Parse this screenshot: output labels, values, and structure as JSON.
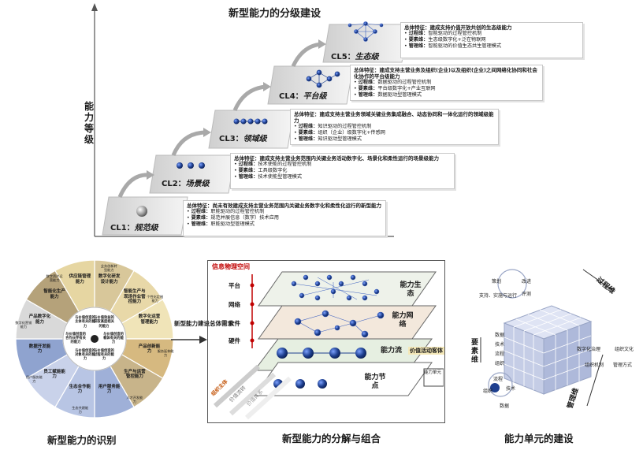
{
  "top": {
    "title": "新型能力的分级建设",
    "y_label": "能力等级",
    "levels": [
      {
        "code": "CL1：",
        "name": "规范级",
        "summary_prefix": "总体特征：",
        "summary": "尚未有效建成支持主营业务范围内关键业务数字化和柔性化运行的新型能力",
        "process": "职能驱动的过程管控机制",
        "element": "规范并展信息（数字）技术应用",
        "management": "职能驱动型管理模式"
      },
      {
        "code": "CL2：",
        "name": "场景级",
        "summary_prefix": "总体特征：",
        "summary": "建成支持主营业务范围内关键业务活动数字化、场景化和柔性运行的场景级能力",
        "process": "技术使能的过程管控机制",
        "element": "工具级数字化",
        "management": "技术使能型管理模式"
      },
      {
        "code": "CL3：",
        "name": "领域级",
        "summary_prefix": "总体特征：",
        "summary": "建成支持主营业务领域关键业务集成融合、动态协同和一体化运行的领域级能力",
        "process": "知识驱动的过程管控机制",
        "element": "组织（企业）级数字化+传感网",
        "management": "知识驱动型管理模式"
      },
      {
        "code": "CL4：",
        "name": "平台级",
        "summary_prefix": "总体特征：",
        "summary": "建成支持主营业务及组织(企业)以及组织(企业)之间网络化协同和社会化协作的平台级能力",
        "process": "数据驱动的过程管控机制",
        "element": "平台级数字化+产业互联网",
        "management": "数据驱动型管理模式"
      },
      {
        "code": "CL5：",
        "name": "生态级",
        "summary_prefix": "总体特征：",
        "summary": "建成支持价值开放共创的生态级能力",
        "process": "智能驱动的过程管控机制",
        "element": "生态级数字化+泛在物联网",
        "management": "智能驱动的价值生态共生管理模式"
      }
    ],
    "labels": {
      "process": "过程维：",
      "element": "要素维：",
      "management": "管理维："
    }
  },
  "wheel": {
    "caption": "新型能力的识别",
    "segments": [
      "数字化研发设计能力",
      "智能生产与现场作业管控能力",
      "数字化运营管理能力",
      "产品创新能力",
      "生产与运营管控能力",
      "用户服务能力",
      "生态合作能力",
      "员工赋能能力",
      "数据开发能力",
      "产品数字化能力",
      "智能化生产能力",
      "供应链管理能力"
    ],
    "inner": [
      "与价值效益的获取高度相关的能力",
      "与价值创造的载体有关的能力",
      "与价值创造的过程有关的能力",
      "与价值创造的对象有关的能力",
      "与价值创造的合作伙伴有关的能力",
      "与价值创造的主体有关的能力"
    ],
    "outer_small": [
      "业务创新转型能力",
      "个性化定制能力",
      "服务延伸能力",
      "人才开发能力",
      "生态共建能力",
      "用户服务能力",
      "数字化营销能力",
      "数字资产运营能力"
    ]
  },
  "arrow": {
    "text": "新型能力建设总体需求"
  },
  "middle": {
    "caption": "新型能力的分解与组合",
    "space_label": "信息物理空间",
    "left_items": [
      "平台",
      "网络",
      "软件",
      "硬件"
    ],
    "layers": [
      "能力生态",
      "能力网络",
      "能力流",
      "能力节点"
    ],
    "value_label": "价值活动客体",
    "bottom_items": [
      "组织主体",
      "价值流转",
      "价值体系"
    ],
    "unit_label": "能力单元"
  },
  "right": {
    "caption": "能力单元的建设",
    "process_dim": "过程维",
    "element_dim": "要素维",
    "management_dim": "管理维",
    "process_items": [
      "策划",
      "支持、实施与运行",
      "改进",
      "评测"
    ],
    "element_items": [
      "数据",
      "技术",
      "流程",
      "组织"
    ],
    "management_items": [
      "数字化治理",
      "组织机制",
      "组织文化",
      "管理方式"
    ],
    "bottom_items": [
      "流程",
      "技术",
      "组织",
      "数据"
    ]
  },
  "colors": {
    "accent_red": "#c00000",
    "sphere_blue": "#1e3f8f",
    "segment_tan": "#d8c79a",
    "segment_blue": "#9fb0d8"
  }
}
